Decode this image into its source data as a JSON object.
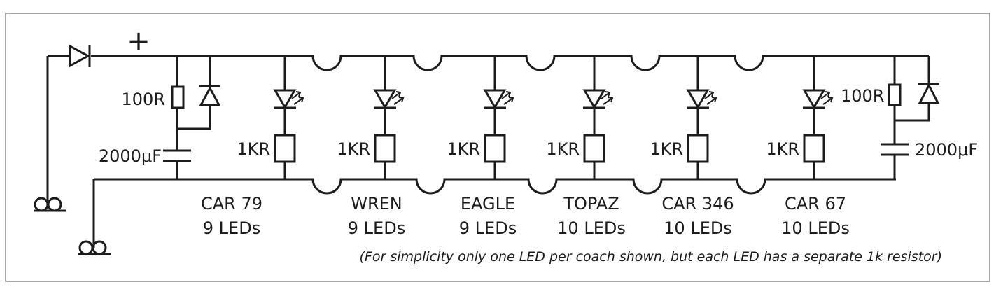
{
  "supply": {
    "polarity": "+"
  },
  "left_block": {
    "resistor": "100R",
    "capacitor": "2000μF"
  },
  "right_block": {
    "resistor": "100R",
    "capacitor": "2000μF"
  },
  "coaches": [
    {
      "resistor": "1KR",
      "name": "CAR 79",
      "leds": "9 LEDs"
    },
    {
      "resistor": "1KR",
      "name": "WREN",
      "leds": "9 LEDs"
    },
    {
      "resistor": "1KR",
      "name": "EAGLE",
      "leds": "9 LEDs"
    },
    {
      "resistor": "1KR",
      "name": "TOPAZ",
      "leds": "10 LEDs"
    },
    {
      "resistor": "1KR",
      "name": "CAR 346",
      "leds": "10 LEDs"
    },
    {
      "resistor": "1KR",
      "name": "CAR 67",
      "leds": "10 LEDs"
    }
  ],
  "note": "(For simplicity only one LED per coach shown, but each LED has a separate 1k resistor)",
  "colors": {
    "line": "#1c1c1c",
    "frame": "#8a8a8a",
    "background": "#ffffff"
  }
}
